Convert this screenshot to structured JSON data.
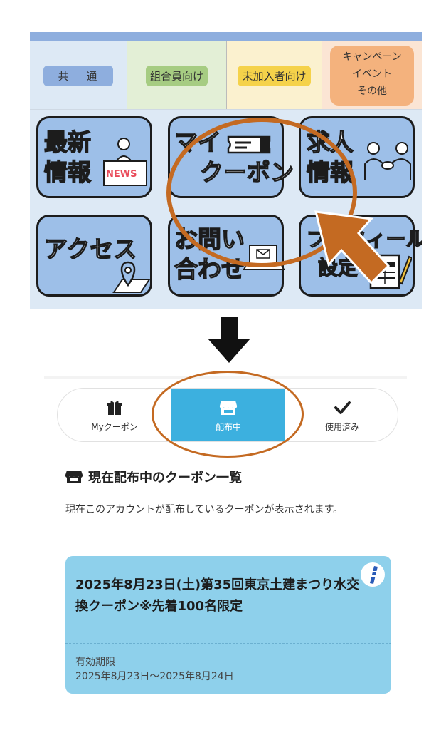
{
  "category_tabs": [
    {
      "label": "共 通",
      "color": "#8eaede"
    },
    {
      "label": "組合員向け",
      "color": "#a6cc82"
    },
    {
      "label": "未加入者向け",
      "color": "#f5d24a"
    },
    {
      "label_lines": [
        "キャンペーン",
        "イベント",
        "その他"
      ],
      "color": "#f4b27d"
    }
  ],
  "menu_tiles": [
    {
      "lines": [
        "最新",
        "情報"
      ],
      "badge": "NEWS",
      "icon": "news-person-icon"
    },
    {
      "lines": [
        "マイ",
        "クーポン"
      ],
      "icon": "coupon-ticket-icon"
    },
    {
      "lines": [
        "求人",
        "情報"
      ],
      "icon": "handshake-icon"
    },
    {
      "lines": [
        "アクセス"
      ],
      "icon": "map-pin-icon"
    },
    {
      "lines": [
        "お問い",
        "合わせ"
      ],
      "icon": "laptop-mail-icon"
    },
    {
      "lines": [
        "プロフィール",
        "設定"
      ],
      "icon": "form-pen-icon"
    }
  ],
  "segment_tabs": {
    "my": "Myクーポン",
    "distributing": "配布中",
    "used": "使用済み",
    "active": "distributing"
  },
  "coupon_list": {
    "title": "現在配布中のクーポン一覧",
    "description": "現在このアカウントが配布しているクーポンが表示されます。"
  },
  "coupons": [
    {
      "title": "2025年8月23日(土)第35回東京土建まつり水交換クーポン※先着100名限定",
      "expiry_label": "有効期限",
      "expiry_value": "2025年8月23日〜2025年8月24日"
    }
  ],
  "colors": {
    "annotation": "#c46a22",
    "tile_fill": "#9dbfe8",
    "active_tab": "#3cb0df",
    "coupon_card": "#8ed0eb"
  }
}
